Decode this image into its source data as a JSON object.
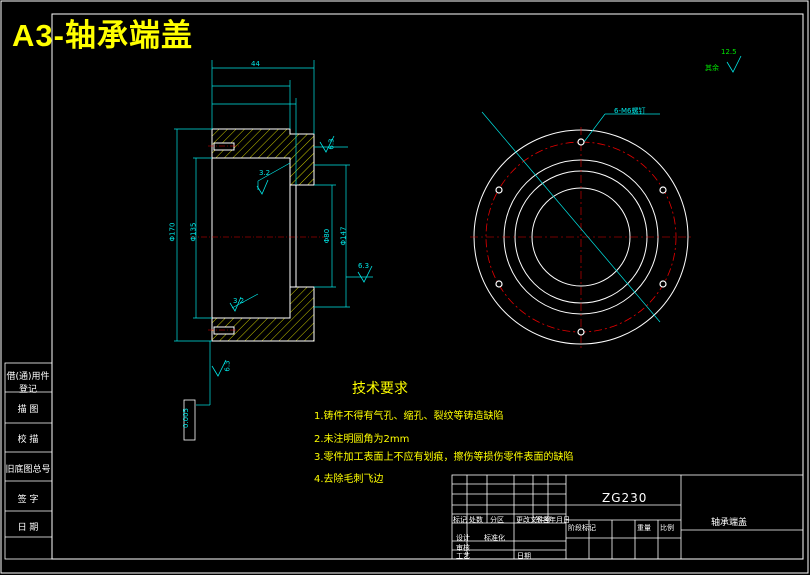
{
  "title": "A3-轴承端盖",
  "side_labels": [
    "借(通)用件登记",
    "描 图",
    "校 描",
    "旧底图总号",
    "签 字",
    "日 期"
  ],
  "surface_finish": {
    "default_value": "12.5",
    "default_note": "其余",
    "values": [
      "6.3",
      "3.2",
      "6.3",
      "3.2",
      "6.3"
    ]
  },
  "hole_callout": "6-M6螺钉",
  "dimensions": {
    "overall_length": "44",
    "d1": "Φ170",
    "d2": "Φ135",
    "d3": "Φ80",
    "d4": "Φ147"
  },
  "fcf_value": "0.005",
  "tech_requirements": {
    "heading": "技术要求",
    "items": [
      "1.铸件不得有气孔、缩孔、裂纹等铸造缺陷",
      "2.未注明圆角为2mm",
      "3.零件加工表面上不应有划痕，擦伤等损伤零件表面的缺陷",
      "4.去除毛刺飞边"
    ]
  },
  "title_block": {
    "material": "ZG230",
    "part_name": "轴承端盖",
    "cells": [
      "标记",
      "处数",
      "分区",
      "更改文件号",
      "签名",
      "年月日",
      "设计",
      "标准化",
      "审核",
      "工艺",
      "日期",
      "阶段标记",
      "重量",
      "比例"
    ]
  },
  "colors": {
    "frame": "#ffffff",
    "title": "#ffff00",
    "cyan": "#00e6e6",
    "green": "#00e600",
    "red": "#e60000"
  }
}
